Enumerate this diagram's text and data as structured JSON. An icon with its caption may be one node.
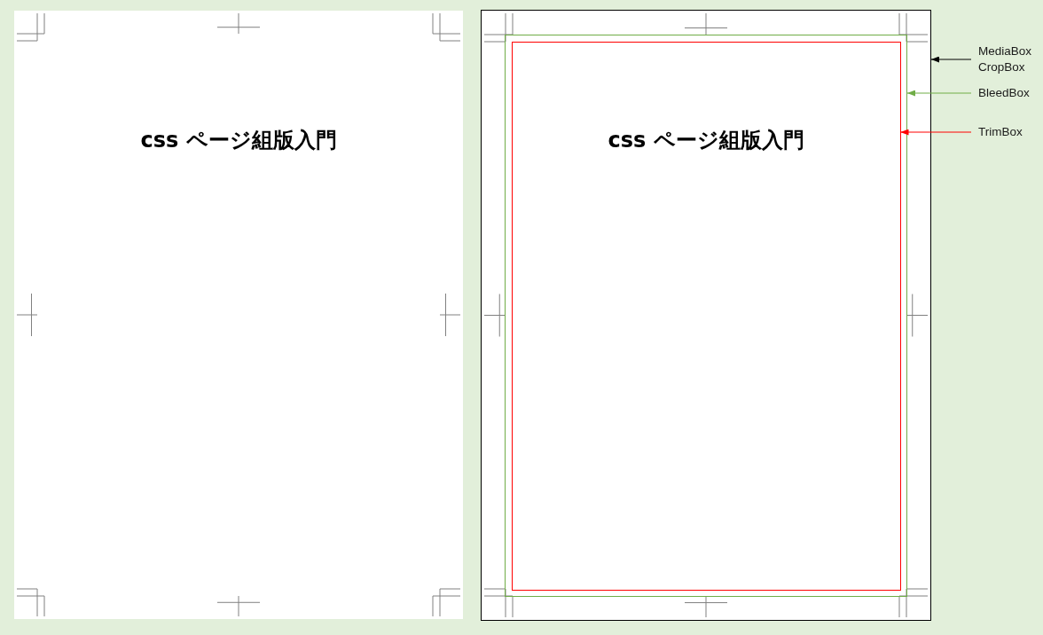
{
  "diagram": {
    "nodes": [
      {
        "text": [
          "css ページ組版入門"
        ]
      },
      {
        "text": [],
        "shape": "box"
      },
      {
        "text": [],
        "shape": "box",
        "in": 1
      },
      {
        "text": [
          "css ページ組版入門"
        ],
        "in": 2
      },
      {
        "text": [
          "MediaBox",
          "CropBox"
        ]
      },
      {
        "text": [
          "BleedBox"
        ]
      },
      {
        "text": [
          "TrimBox"
        ]
      }
    ],
    "edges": [
      {
        "from": 4,
        "to": 1,
        "arrow": "to"
      },
      {
        "from": 5,
        "to": 2,
        "arrow": "to",
        "color": "#70ad47"
      },
      {
        "from": 6,
        "to": 3,
        "arrow": "to",
        "color": "#ff0000"
      }
    ]
  }
}
